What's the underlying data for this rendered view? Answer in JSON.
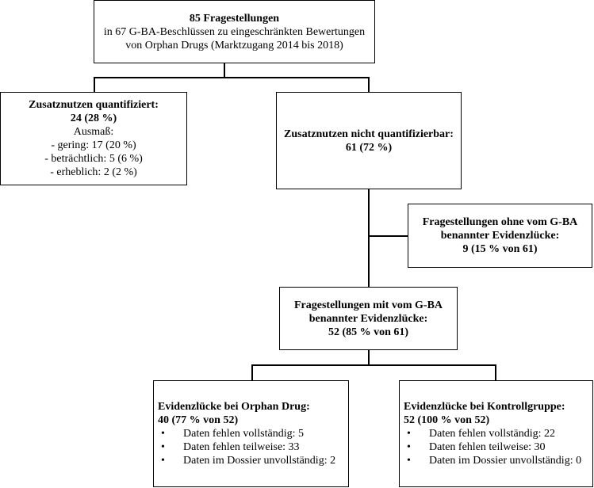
{
  "top": {
    "title": "85 Fragestellungen",
    "line1": "in 67 G-BA-Beschlüssen zu eingeschränkten Bewertungen",
    "line2": "von Orphan Drugs (Marktzugang 2014 bis 2018)"
  },
  "quantified": {
    "title": "Zusatznutzen quantifiziert:",
    "count": "24 (28 %)",
    "extent_label": "Ausmaß:",
    "items": [
      "- gering: 17 (20 %)",
      "- beträchtlich: 5 (6 %)",
      "- erheblich: 2 (2 %)"
    ]
  },
  "not_quantifiable": {
    "title": "Zusatznutzen nicht quantifizierbar:",
    "count": "61 (72 %)"
  },
  "without_gap": {
    "line1": "Fragestellungen ohne vom G-BA",
    "line2": "benannter Evidenzlücke:",
    "count": "9 (15 % von 61)"
  },
  "with_gap": {
    "line1": "Fragestellungen mit vom G-BA",
    "line2": "benannter Evidenzlücke:",
    "count": "52 (85 % von 61)"
  },
  "orphan_gap": {
    "title": "Evidenzlücke bei Orphan Drug:",
    "count": "40 (77 % von 52)",
    "items": [
      "Daten fehlen vollständig: 5",
      "Daten fehlen teilweise: 33",
      "Daten im Dossier unvollständig: 2"
    ]
  },
  "control_gap": {
    "title": "Evidenzlücke bei Kontrollgruppe:",
    "count": "52 (100 % von 52)",
    "items": [
      "Daten fehlen vollständig: 22",
      "Daten fehlen teilweise: 30",
      "Daten im Dossier unvollständig: 0"
    ]
  }
}
